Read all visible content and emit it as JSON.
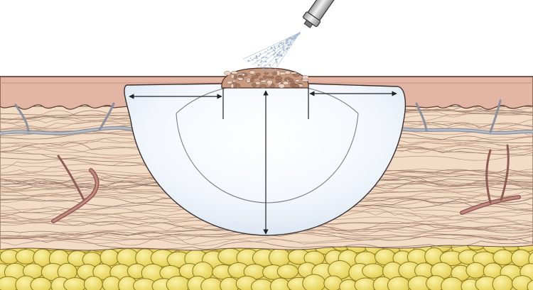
{
  "diagram": {
    "type": "medical-illustration",
    "subject": "cryotherapy-freeze-zone",
    "layers": [
      "epidermis",
      "dermis",
      "subcutaneous-fat"
    ],
    "elements": [
      "cryo-spray-nozzle",
      "spray-mist",
      "lesion",
      "ice-ball",
      "lateral-freeze-arrows",
      "depth-arrow",
      "fibers",
      "blood-vessels",
      "fat-lobules"
    ],
    "colors": {
      "epidermis": "#e3b5a4",
      "dermis": "#f3dcc6",
      "fat": "#ecd969",
      "ice": "#eef4fb",
      "lesion": "#c89a80",
      "vessel_vein": "#9aa1ad",
      "vessel_artery": "#b07a72",
      "outline": "#3a3030"
    }
  }
}
